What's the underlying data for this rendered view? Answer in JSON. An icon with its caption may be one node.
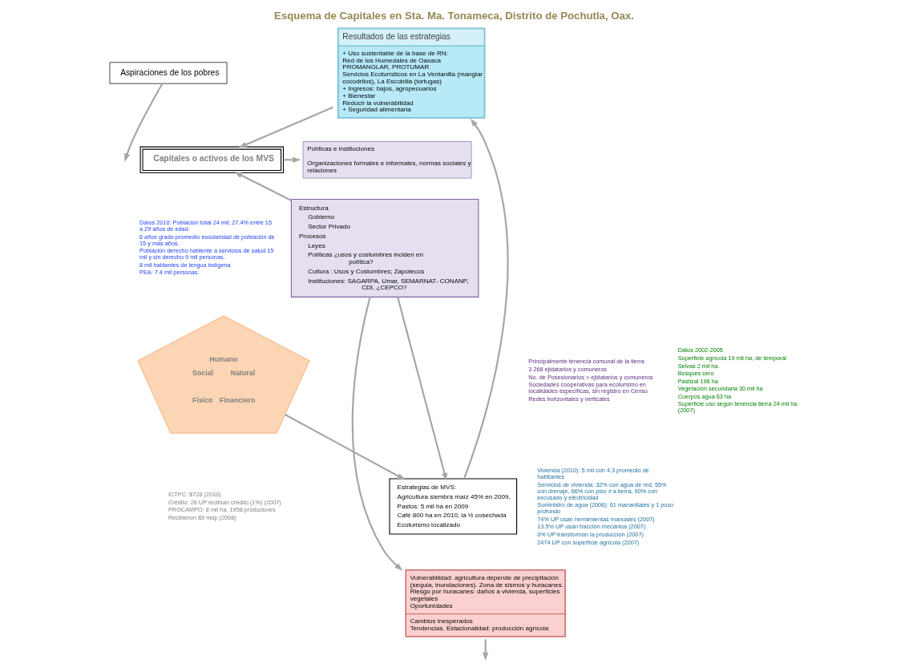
{
  "diagram": {
    "title": "Esquema de Capitales en Sta. Ma. Tonameca, Distrito de Pochutla, Oax.",
    "nodes": [
      {
        "text": [
          "Aspiraciones de los pobres"
        ]
      },
      {
        "text": [
          "Capitales o activos de los MVS"
        ]
      },
      {
        "text": [
          "Humano",
          "Social",
          "Natural",
          "Físico",
          "Financiero"
        ]
      },
      {
        "text": [
          "Resultados de las estrategias",
          "+ Uso sustentable de la base de RN:",
          "Red de los Humedales de Oaxaca",
          "PROMANGLAR, PROTUMAR",
          "Servicios Ecoturísticos en La Ventanilla (manglar cocodrilos), La Escobilla (tortugas)",
          "+ Ingresos: bajos, agropecuarios",
          "+ Bienestar",
          "Reducir la vulnerabilidad",
          "+ Seguridad alimentaria"
        ]
      },
      {
        "text": [
          "Políticas e instituciones",
          "Organizaciones formales e informales, normas sociales y relaciones"
        ]
      },
      {
        "text": [
          "Estructura",
          "Gobierno",
          "Sector Privado",
          "Procesos",
          "Leyes",
          "Políticas ¿usos y costumbres inciden en política?",
          "Cultura : Usos y Costumbres; Zapotecos",
          "Instituciones: SAGARPA, Umar, SEMARNAT- CONANP, CDI, ¿CEPCO?"
        ]
      },
      {
        "text": [
          "Vulnerabilidad: agricultura depende de precipitación (sequía, inundaciones). Zona de sismos y huracanes.",
          "Riesgo por huracanes: daños a vivienda, superficies vegetales",
          "Oportunidades",
          "Cambios inesperados",
          "Tendencias. Estacionalidad: producción agrícola"
        ]
      },
      {
        "text": [
          "Estrategias de MVS:",
          "Agricultura siembra maíz 45% en 2009,",
          "Pastos: 5 mil ha en 2009",
          "Café 800 ha en 2010, la ½ cosechada",
          "Ecoturismo localizado"
        ]
      }
    ],
    "edges": [
      {
        "from": 0,
        "to": null,
        "arrow": "to"
      },
      {
        "from": 6,
        "to": null,
        "arrow": "to"
      },
      {
        "from": 3,
        "to": 1,
        "arrow": "to"
      },
      {
        "from": 1,
        "to": 4,
        "arrow": "to"
      },
      {
        "from": 5,
        "to": 1,
        "arrow": "to"
      },
      {
        "from": 2,
        "to": 7,
        "arrow": "to"
      },
      {
        "from": 5,
        "to": 7,
        "arrow": "to"
      },
      {
        "from": 5,
        "to": 6,
        "arrow": "to"
      },
      {
        "from": 7,
        "to": 3,
        "arrow": "to"
      }
    ],
    "labels": [
      "Datos 2010: Población total 24 mil; 27.4% entre 15 a 29 años de edad.",
      "6 años grado promedio escolaridad de población de 15 y más años.",
      "Población derecho habiente a servicios de salud 15 mil y sin derecho 9 mil personas.",
      "8 mil hablantes de lengua indígena",
      "PEA: 7.4 mil personas.",
      "Principalmente tenencia comunal de la tierra",
      "3 268 ejidatarios y comuneros",
      "No. de Posesionarios > ejidatarios y comuneros",
      "Sociedades cooperativas para ecoturismo en localidades específicas, sin registro en Censo",
      "Redes horizontales y verticales",
      "Datos 2002-2005",
      "Superficie agrícola 19 mil ha, de temporal",
      "Selvas 2 mil ha.",
      "Bosques cero",
      "Pastizal 196 ha",
      "Vegetación secundaria 30 mil ha",
      "Cuerpos agua 63 ha",
      "Superficie uso según tenencia tierra 24 mil ha (2007)",
      "Vivienda (2010): 5 mil con 4.3 promedio de habitantes",
      "Servicios de vivienda: 32% con agua de red, 55% con drenaje, 66% con piso ≠ a tierra, 90% con excusado y electricidad",
      "Suministro de agua (2008): 61 manantiales y 1 pozo profundo",
      "74% UP usan herramientas manuales (2007)",
      "13.5% UP usan tracción mecánica (2007)",
      "0% UP transforman la producción (2007)",
      "2474 UP con superficie agrícola (2007)",
      "ICTPC: $728 (2010)",
      "Crédito: 26 UP recibían crédito (1%) (2007)",
      "PROCAMPO: 8 mil ha, 1958 productores",
      "Recibieron $9 mdp (2008)"
    ]
  }
}
